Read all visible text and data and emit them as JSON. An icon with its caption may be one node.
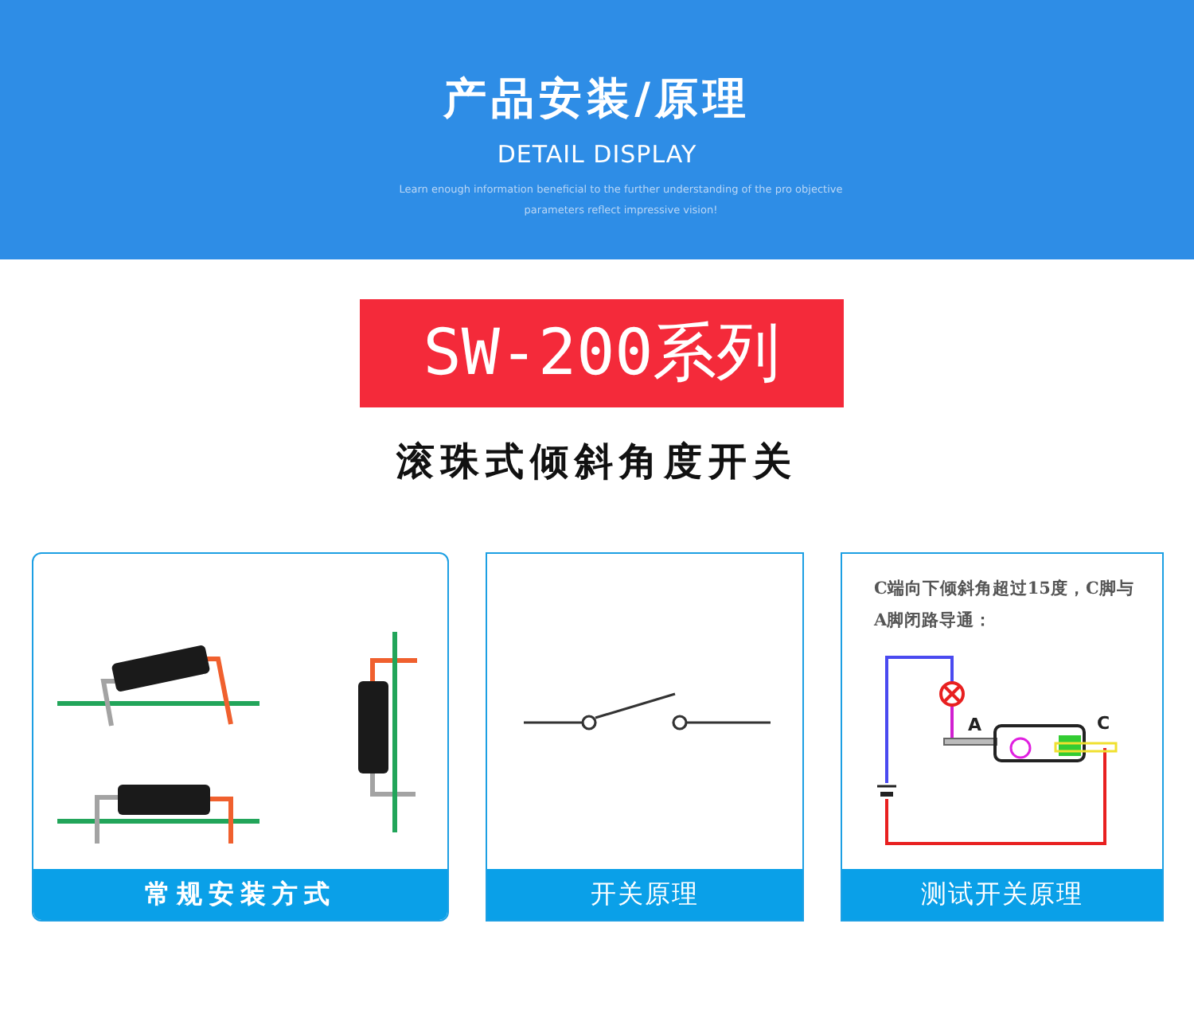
{
  "diagram": {
    "title": "产品安装/原理",
    "nodes": [
      {
        "text": [
          "常规安装方式"
        ]
      },
      {
        "text": [
          "开关原理"
        ]
      },
      {
        "text": [
          "C端向下倾斜角超过15度，C脚与A脚闭路导通：",
          "测试开关原理"
        ]
      }
    ],
    "labels": [
      "DETAIL DISPLAY",
      "Learn enough information beneficial to the further understanding of the pro objective parameters reflect impressive vision!",
      "SW-200系列",
      "滚珠式倾斜角度开关",
      "A",
      "C"
    ]
  }
}
